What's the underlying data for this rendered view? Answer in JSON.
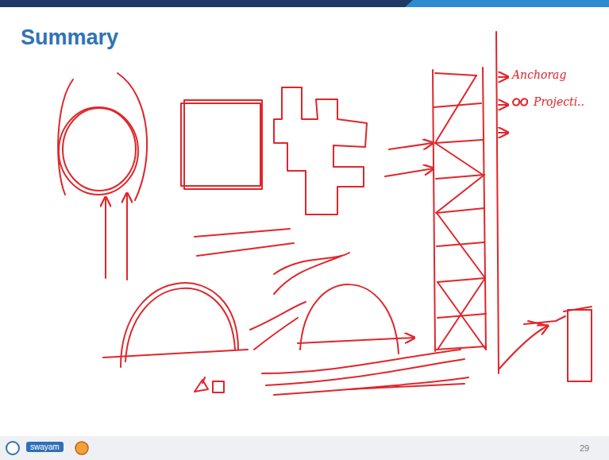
{
  "diagram": {
    "title": "Summary",
    "labels": [
      "Anchorag",
      "Projecti..",
      "29",
      "swayam"
    ]
  }
}
